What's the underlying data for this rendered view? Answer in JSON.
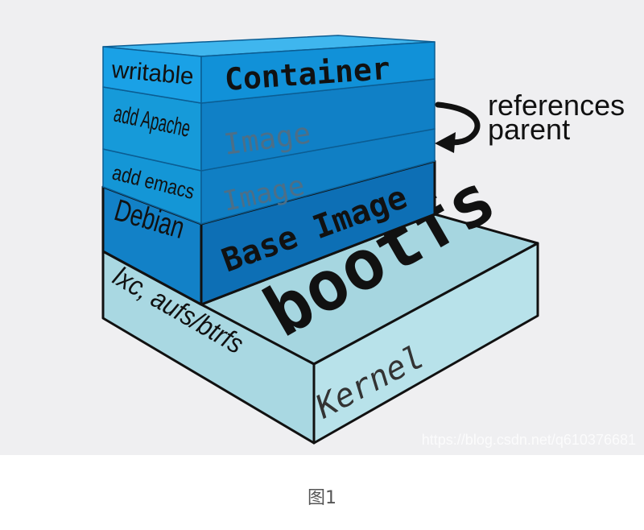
{
  "diagram": {
    "layers": [
      {
        "side_label": "writable",
        "face_label": "Container",
        "side_color": "#1aa1e6",
        "face_color": "#1191d8"
      },
      {
        "side_label": "add Apache",
        "face_label": "Image",
        "side_color": "#169ad9",
        "face_color": "#1080c6"
      },
      {
        "side_label": "add emacs",
        "face_label": "Image",
        "side_color": "#1496d6",
        "face_color": "#107fc4"
      },
      {
        "side_label": "Debian",
        "face_label": "Base Image",
        "side_color": "#1281c7",
        "face_color": "#0d6fb5"
      },
      {
        "side_label": "lxc, aufs/btrfs",
        "face_label": "Kernel",
        "side_color": "#a9d8e2",
        "face_color": "#b8e2ea"
      }
    ],
    "platform_label": "bootfs",
    "platform_top_color": "#a6d6e0",
    "arrow_label_line1": "references",
    "arrow_label_line2": "parent",
    "outline_color": "#111111",
    "watermark": "https://blog.csdn.net/q610376681"
  },
  "caption": "图1"
}
